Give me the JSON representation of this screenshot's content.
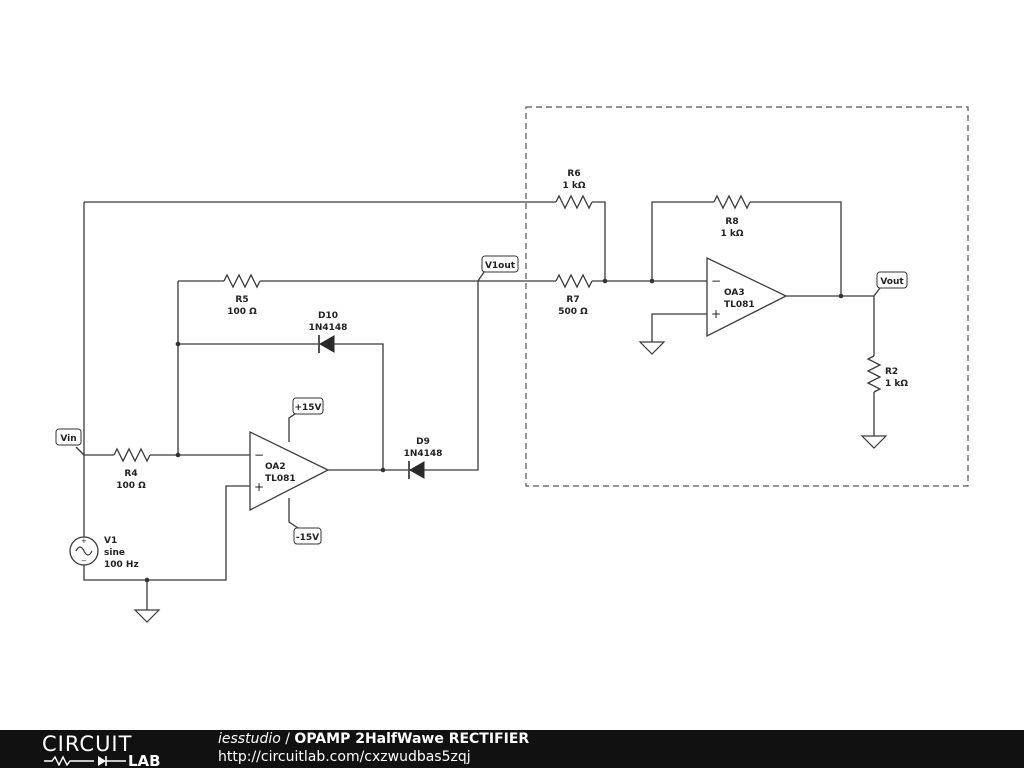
{
  "components": {
    "r6": {
      "ref": "R6",
      "value": "1 kΩ"
    },
    "r8": {
      "ref": "R8",
      "value": "1 kΩ"
    },
    "r5": {
      "ref": "R5",
      "value": "100 Ω"
    },
    "r7": {
      "ref": "R7",
      "value": "500 Ω"
    },
    "r4": {
      "ref": "R4",
      "value": "100 Ω"
    },
    "r2": {
      "ref": "R2",
      "value": "1 kΩ"
    },
    "d10": {
      "ref": "D10",
      "value": "1N4148"
    },
    "d9": {
      "ref": "D9",
      "value": "1N4148"
    },
    "oa2": {
      "ref": "OA2",
      "value": "TL081"
    },
    "oa3": {
      "ref": "OA3",
      "value": "TL081"
    },
    "v1": {
      "ref": "V1",
      "type": "sine",
      "freq": "100 Hz"
    }
  },
  "nodes": {
    "vin": "Vin",
    "v1out": "V1out",
    "vout": "Vout",
    "pos15": "+15V",
    "neg15": "-15V"
  },
  "opamp_pins": {
    "minus": "−",
    "plus": "+"
  },
  "footer": {
    "logo_top": "CIRCUIT",
    "logo_bottom": "LAB",
    "author": "iesstudio",
    "separator": " / ",
    "title": "OPAMP 2HalfWawe RECTIFIER",
    "url": "http://circuitlab.com/cxzwudbas5zqj"
  },
  "colors": {
    "background": "#ffffff",
    "wire": "#3a3a3a",
    "footer_bg": "#111111",
    "footer_text": "#ffffff"
  }
}
